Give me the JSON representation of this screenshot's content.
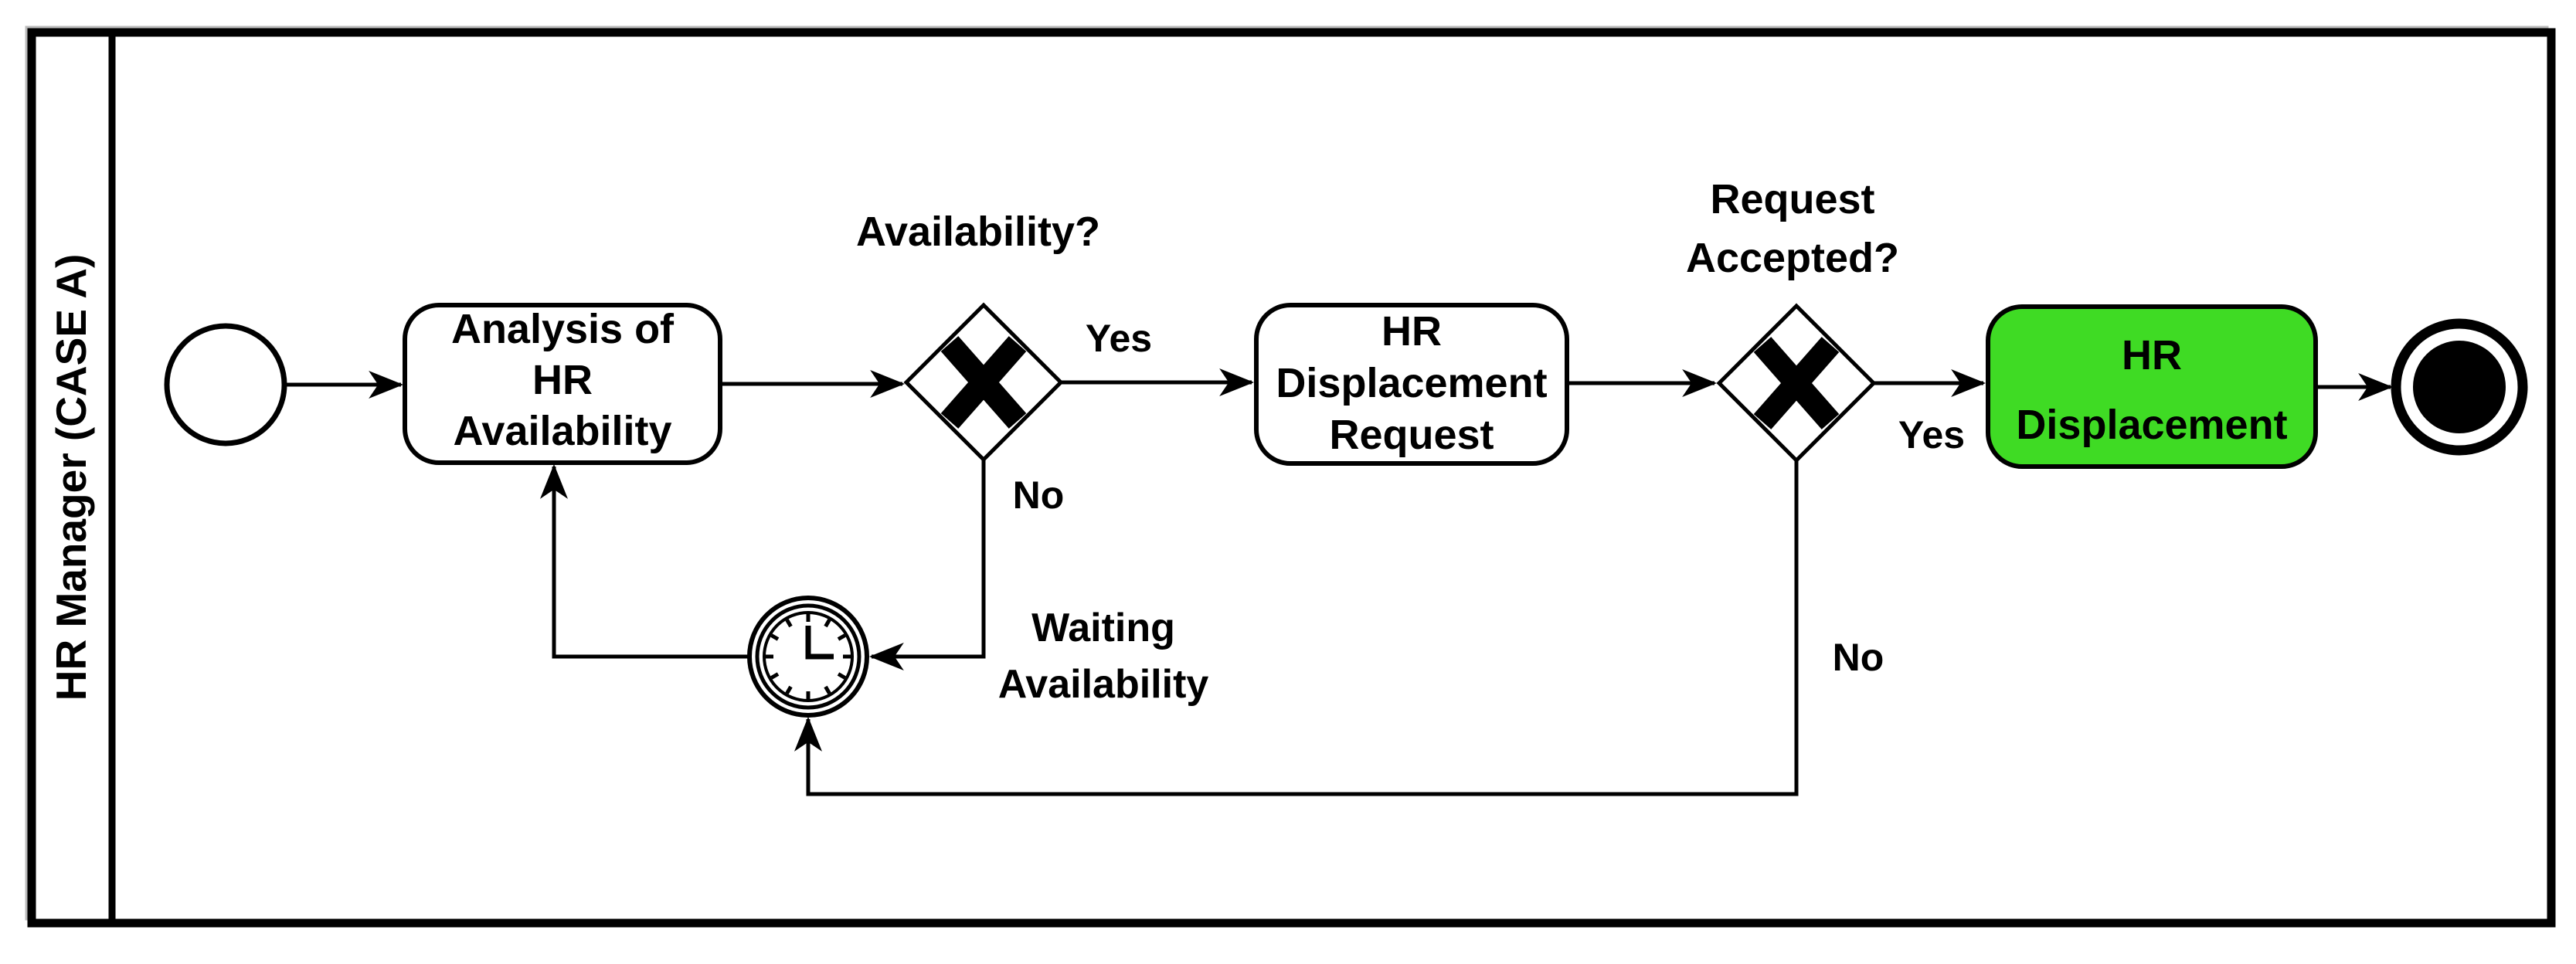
{
  "diagram": {
    "lane": {
      "label": "HR Manager (CASE A)"
    },
    "tasks": {
      "analysis": {
        "line1": "Analysis of",
        "line2": "HR",
        "line3": "Availability"
      },
      "request": {
        "line1": "HR",
        "line2": "Displacement",
        "line3": "Request"
      },
      "displacement": {
        "line1": "HR",
        "line2": "Displacement"
      }
    },
    "gateway_availability": {
      "question": "Availability?",
      "yes": "Yes",
      "no": "No"
    },
    "gateway_request": {
      "question_line1": "Request",
      "question_line2": "Accepted?",
      "yes": "Yes",
      "no": "No"
    },
    "timer": {
      "label_line1": "Waiting",
      "label_line2": "Availability"
    },
    "colors": {
      "highlight_green": "#3FDB24",
      "stroke": "#000000",
      "background": "#FFFFFF",
      "shadow_gray": "#bbbbbb"
    }
  }
}
